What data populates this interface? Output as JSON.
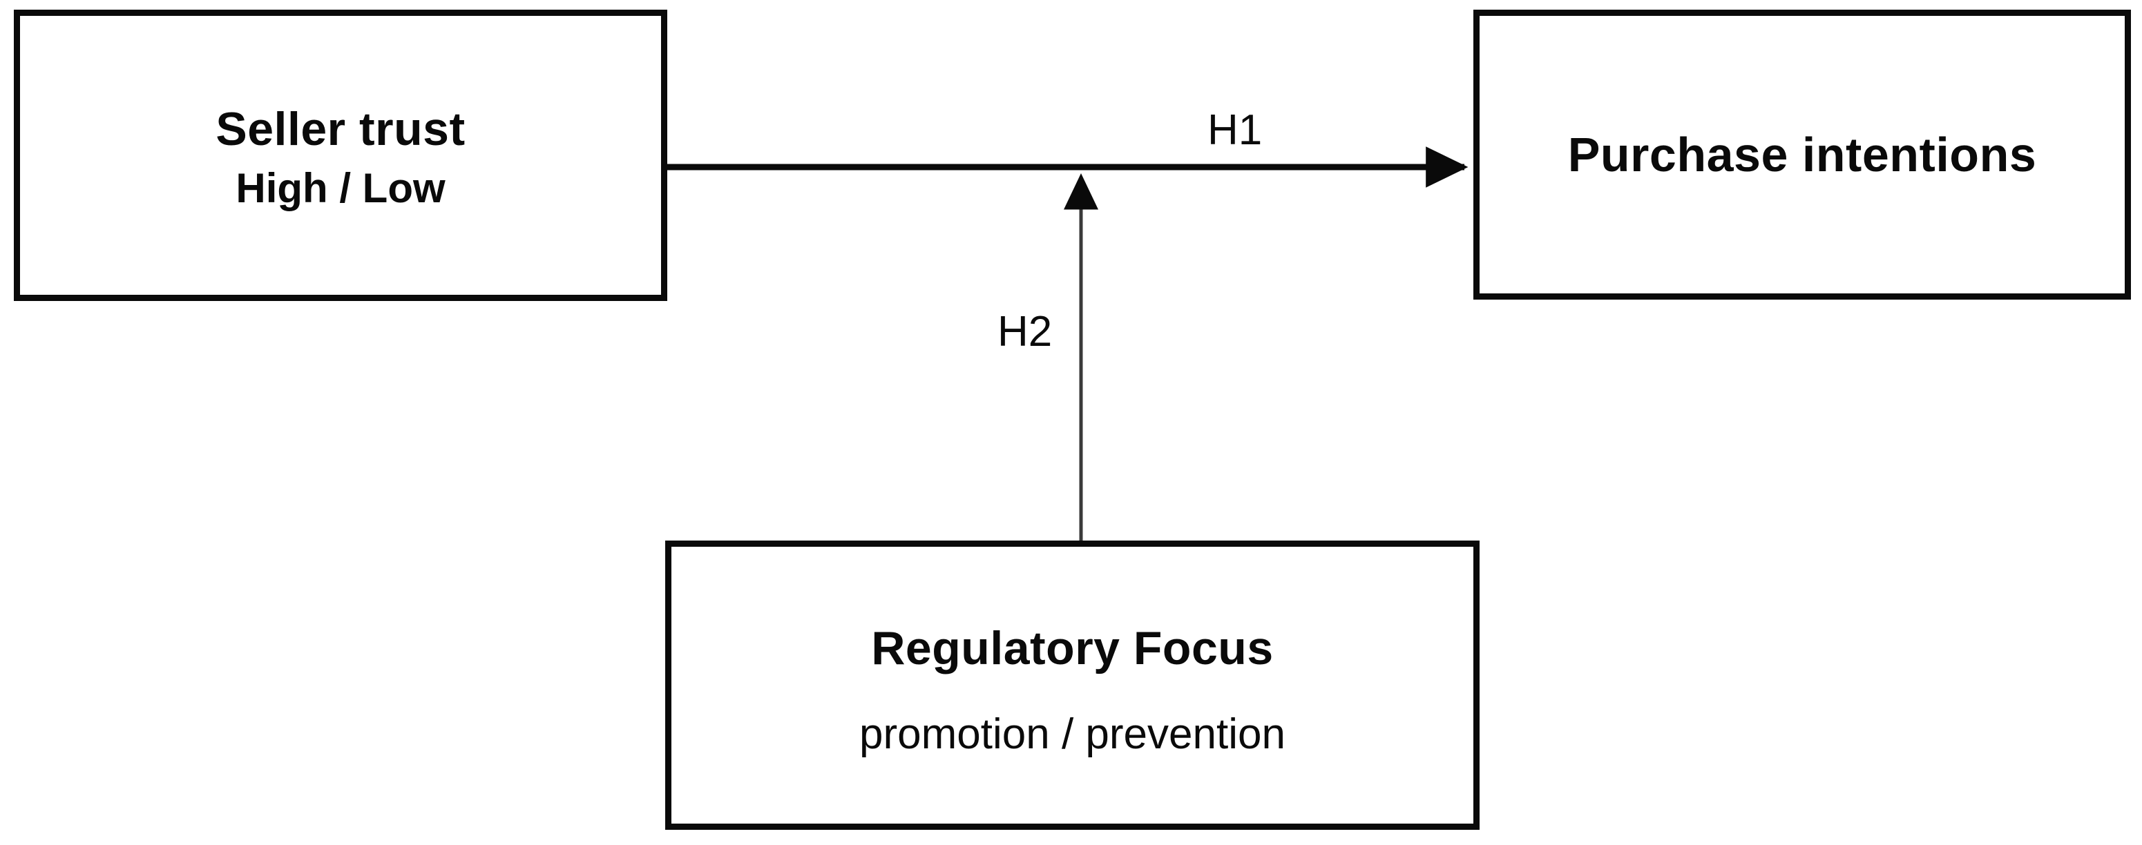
{
  "diagram": {
    "type": "conceptual-research-model",
    "background_color": "#ffffff",
    "line_color": "#0a0a0a",
    "nodes": [
      {
        "id": "seller-trust",
        "title": "Seller trust",
        "subtitle": "High / Low",
        "role": "independent-variable"
      },
      {
        "id": "purchase-intentions",
        "title": "Purchase intentions",
        "subtitle": "",
        "role": "dependent-variable"
      },
      {
        "id": "regulatory-focus",
        "title": "Regulatory Focus",
        "subtitle": "promotion / prevention",
        "role": "moderator-variable"
      }
    ],
    "edges": [
      {
        "id": "h1",
        "label": "H1",
        "from": "seller-trust",
        "to": "purchase-intentions",
        "direction": "horizontal-right",
        "style": "solid-arrow"
      },
      {
        "id": "h2",
        "label": "H2",
        "from": "regulatory-focus",
        "to": "h1-path",
        "direction": "vertical-up",
        "style": "solid-arrow-thin"
      }
    ]
  }
}
